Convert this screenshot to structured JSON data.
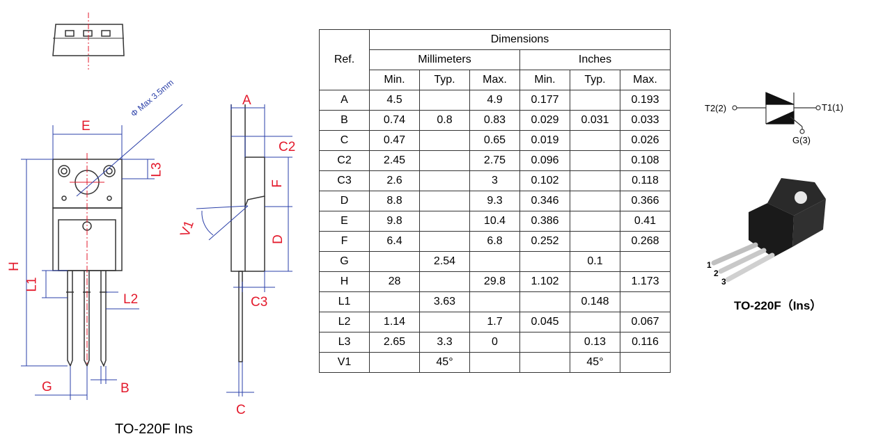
{
  "labels": {
    "E": "E",
    "H": "H",
    "L1": "L1",
    "L2": "L2",
    "L3": "L3",
    "G": "G",
    "B": "B",
    "A": "A",
    "C2": "C2",
    "F": "F",
    "D": "D",
    "V1": "V1",
    "C3": "C3",
    "C": "C",
    "phi": "Φ Max 3.5mm"
  },
  "table": {
    "header": "Dimensions",
    "ref": "Ref.",
    "mm": "Millimeters",
    "inch": "Inches",
    "cols": [
      "Min.",
      "Typ.",
      "Max.",
      "Min.",
      "Typ.",
      "Max."
    ],
    "rows": [
      [
        "A",
        "4.5",
        "",
        "4.9",
        "0.177",
        "",
        "0.193"
      ],
      [
        "B",
        "0.74",
        "0.8",
        "0.83",
        "0.029",
        "0.031",
        "0.033"
      ],
      [
        "C",
        "0.47",
        "",
        "0.65",
        "0.019",
        "",
        "0.026"
      ],
      [
        "C2",
        "2.45",
        "",
        "2.75",
        "0.096",
        "",
        "0.108"
      ],
      [
        "C3",
        "2.6",
        "",
        "3",
        "0.102",
        "",
        "0.118"
      ],
      [
        "D",
        "8.8",
        "",
        "9.3",
        "0.346",
        "",
        "0.366"
      ],
      [
        "E",
        "9.8",
        "",
        "10.4",
        "0.386",
        "",
        "0.41"
      ],
      [
        "F",
        "6.4",
        "",
        "6.8",
        "0.252",
        "",
        "0.268"
      ],
      [
        "G",
        "",
        "2.54",
        "",
        "",
        "0.1",
        ""
      ],
      [
        "H",
        "28",
        "",
        "29.8",
        "1.102",
        "",
        "1.173"
      ],
      [
        "L1",
        "",
        "3.63",
        "",
        "",
        "0.148",
        ""
      ],
      [
        "L2",
        "1.14",
        "",
        "1.7",
        "0.045",
        "",
        "0.067"
      ],
      [
        "L3",
        "2.65",
        "3.3",
        "0",
        "",
        "0.13",
        "0.116"
      ],
      [
        "V1",
        "",
        "45°",
        "",
        "",
        "45°",
        ""
      ]
    ]
  },
  "symbol": {
    "t2": "T2(2)",
    "t1": "T1(1)",
    "g": "G(3)"
  },
  "pins": [
    "1",
    "2",
    "3"
  ],
  "captions": {
    "left": "TO-220F Ins",
    "right": "TO-220F（Ins）"
  },
  "colors": {
    "dimension": "#e3192b",
    "diameter": "#2a3fa8",
    "centerline": "#e3192b",
    "body": "#222222"
  }
}
